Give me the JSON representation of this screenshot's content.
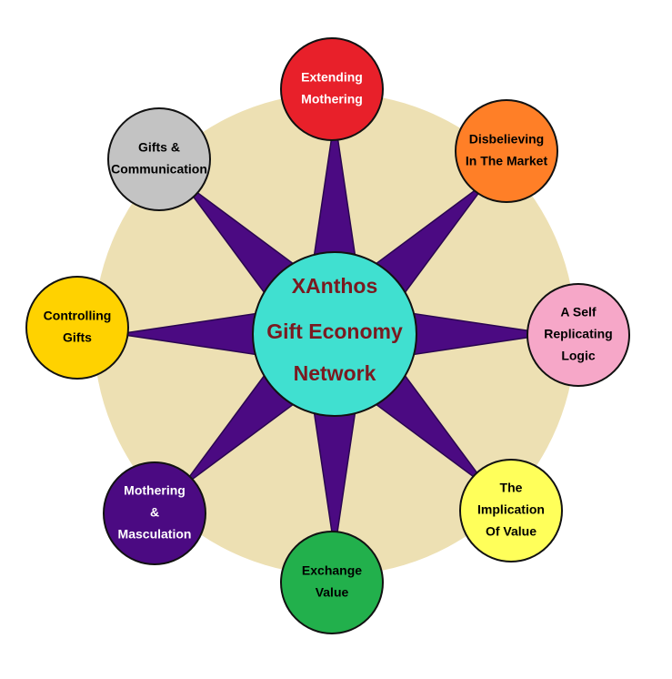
{
  "center": {
    "lines": [
      "XAnthos",
      "Gift Economy",
      "Network"
    ],
    "fill": "#40e0d0",
    "text_color": "#7a1a20"
  },
  "backdrop_color": "#ede0b3",
  "star_color": "#4b0a82",
  "nodes": [
    {
      "id": "extending-mothering",
      "lines": [
        "Extending",
        "Mothering"
      ],
      "fill": "#e8202a",
      "text_color": "#ffffff"
    },
    {
      "id": "disbelieving-in-the-market",
      "lines": [
        "Disbelieving",
        "In The Market"
      ],
      "fill": "#ff7f27",
      "text_color": "#000000"
    },
    {
      "id": "a-self-replicating-logic",
      "lines": [
        "A Self",
        "Replicating",
        "Logic"
      ],
      "fill": "#f6a7c8",
      "text_color": "#000000"
    },
    {
      "id": "the-implication-of-value",
      "lines": [
        "The",
        "Implication",
        "Of Value"
      ],
      "fill": "#ffff5a",
      "text_color": "#000000"
    },
    {
      "id": "exchange-value",
      "lines": [
        "Exchange",
        "Value"
      ],
      "fill": "#22b04c",
      "text_color": "#000000"
    },
    {
      "id": "mothering-masculation",
      "lines": [
        "Mothering",
        "&",
        "Masculation"
      ],
      "fill": "#4b0a82",
      "text_color": "#ffffff"
    },
    {
      "id": "controlling-gifts",
      "lines": [
        "Controlling",
        "Gifts"
      ],
      "fill": "#ffd200",
      "text_color": "#000000"
    },
    {
      "id": "gifts-communication",
      "lines": [
        "Gifts &",
        "Communication"
      ],
      "fill": "#c3c3c3",
      "text_color": "#000000"
    }
  ]
}
